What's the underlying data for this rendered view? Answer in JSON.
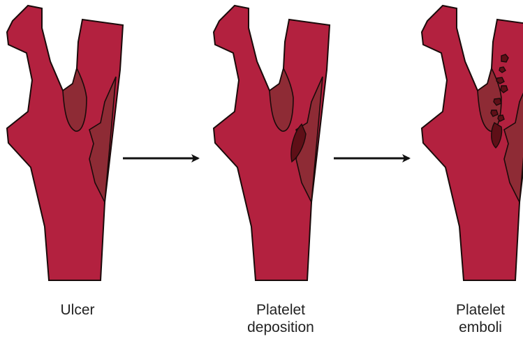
{
  "colors": {
    "artery": "#B3213F",
    "plaque": "#8E2B35",
    "deposit": "#5E0F17",
    "outline": "#1A0A0A",
    "arrow": "#111111"
  },
  "stages": [
    {
      "label_lines": [
        "Ulcer"
      ]
    },
    {
      "label_lines": [
        "Platelet",
        "deposition"
      ]
    },
    {
      "label_lines": [
        "Platelet",
        "emboli"
      ]
    }
  ]
}
